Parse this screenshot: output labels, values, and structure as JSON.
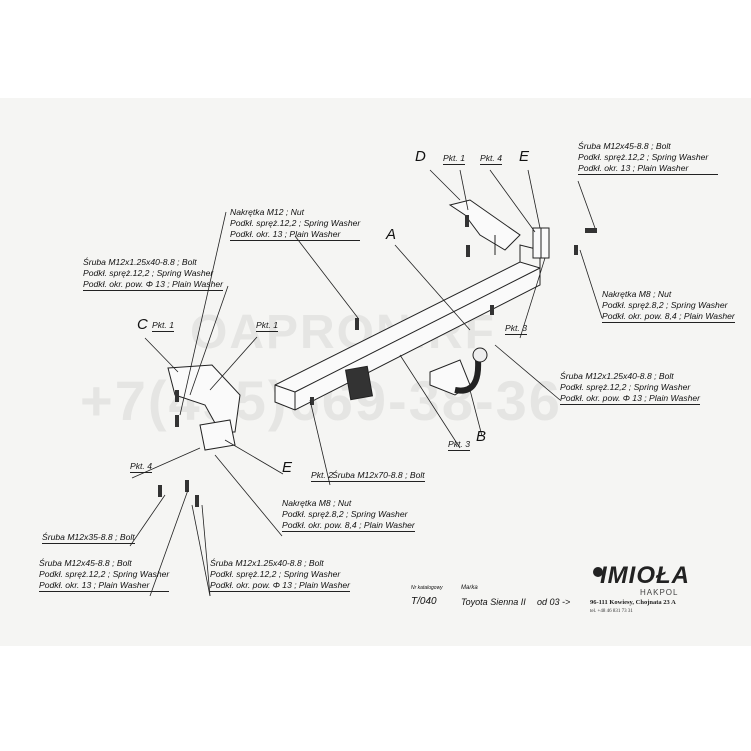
{
  "watermark": {
    "site": "OAPRON.RF",
    "phone": "+7(495)669-38-36"
  },
  "part_letters": {
    "A": "A",
    "B": "B",
    "C": "C",
    "D": "D",
    "E1": "E",
    "E2": "E"
  },
  "points": {
    "pkt1_left": "Pkt. 1",
    "pkt1_mid": "Pkt. 1",
    "pkt1_top": "Pkt. 1",
    "pkt4_top": "Pkt. 4",
    "pkt3_right": "Pkt. 3",
    "pkt3_bottom": "Pkt. 3",
    "pkt2": "Pkt. 2",
    "pkt4_left": "Pkt. 4"
  },
  "callouts": {
    "nut_m12": [
      "Nakrętka M12 ; Nut",
      "Podkł. spręż.12,2 ; Spring Washer",
      "Podkł. okr. 13 ; Plain Washer"
    ],
    "bolt_left_top": [
      "Śruba M12x1.25x40-8.8 ; Bolt",
      "Podkł. spręż.12,2 ; Spring Washer",
      "Podkł. okr. pow. Φ 13 ; Plain Washer"
    ],
    "bolt_right_top": [
      "Śruba M12x45-8.8 ; Bolt",
      "Podkł. spręż.12,2 ; Spring Washer",
      "Podkł. okr. 13 ; Plain Washer"
    ],
    "nut_m8_right": [
      "Nakrętka M8 ; Nut",
      "Podkł. spręż.8,2 ; Spring Washer",
      "Podkł. okr. pow. 8,4 ; Plain Washer"
    ],
    "bolt_right_mid": [
      "Śruba M12x1.25x40-8.8 ; Bolt",
      "Podkł. spręż.12,2 ; Spring Washer",
      "Podkł. okr. pow. Φ 13 ; Plain Washer"
    ],
    "bolt_m12x70": "Śruba M12x70-8.8 ; Bolt",
    "nut_m8_bottom": [
      "Nakrętka M8 ; Nut",
      "Podkł. spręż.8,2 ; Spring Washer",
      "Podkł. okr. pow. 8,4 ; Plain Washer"
    ],
    "bolt_m12x35": "Śruba M12x35-8.8 ; Bolt",
    "bolt_m12x45_bottom": [
      "Śruba M12x45-8.8 ; Bolt",
      "Podkł. spręż.12,2 ; Spring Washer",
      "Podkł. okr. 13 ; Plain Washer"
    ],
    "bolt_bottom_mid": [
      "Śruba M12x1.25x40-8.8 ; Bolt",
      "Podkł. spręż.12,2 ; Spring Washer",
      "Podkł. okr. pow. Φ 13 ; Plain Washer"
    ]
  },
  "title_block": {
    "catalog_label": "Nr katalogowy",
    "catalog_no": "T/040",
    "brand_label": "Marka",
    "model": "Toyota Sienna II",
    "years": "od 03 ->"
  },
  "logo": {
    "name": "IMIOŁA",
    "sub": "HAKPOL",
    "address": "96-111 Kowiesy, Chojnata 23 A",
    "phone": "tel. +48 46 831 73 31"
  }
}
